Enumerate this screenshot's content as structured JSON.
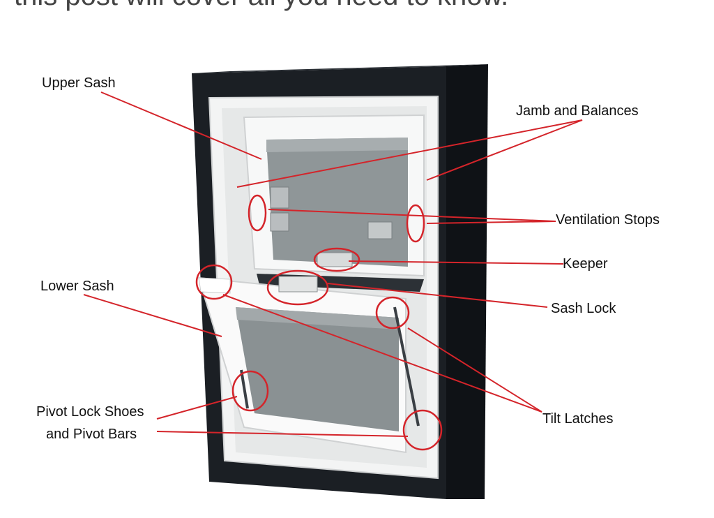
{
  "header": {
    "text": "this post will cover all you need to know."
  },
  "labels": {
    "upper_sash": "Upper Sash",
    "jamb_and_balances": "Jamb and Balances",
    "ventilation_stops": "Ventilation Stops",
    "keeper": "Keeper",
    "lower_sash": "Lower Sash",
    "sash_lock": "Sash Lock",
    "pivot_lock_shoes_line1": "Pivot Lock Shoes",
    "pivot_lock_shoes_line2": "and Pivot Bars",
    "tilt_latches": "Tilt Latches"
  },
  "colors": {
    "annotation": "#d4242a",
    "frame": "#1b1f24",
    "vinyl": "#f3f4f4",
    "glass": "#8f9698"
  }
}
